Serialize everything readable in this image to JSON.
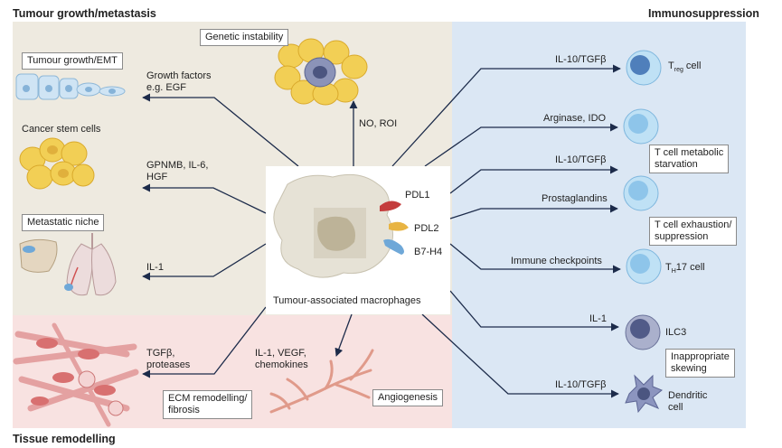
{
  "sections": {
    "tumour_growth": "Tumour growth/metastasis",
    "immunosuppression": "Immunosuppression",
    "tissue_remodelling": "Tissue remodelling"
  },
  "center": {
    "label": "Tumour-associated macrophages",
    "receptors": [
      "PDL1",
      "PDL2",
      "B7-H4"
    ]
  },
  "tumour_growth_panel": {
    "genetic_instability": "Genetic instability",
    "no_roi": "NO, ROI",
    "emt_box": "Tumour growth/EMT",
    "growth_factors_1": "Growth factors",
    "growth_factors_2": "e.g. EGF",
    "cancer_stem_cells": "Cancer stem cells",
    "gpnmb_1": "GPNMB, IL-6,",
    "gpnmb_2": "HGF",
    "metastatic_niche": "Metastatic niche",
    "il1": "IL-1"
  },
  "immuno_panel": {
    "arrows": [
      "IL-10/TGFβ",
      "Arginase, IDO",
      "IL-10/TGFβ",
      "Prostaglandins",
      "Immune checkpoints",
      "IL-1",
      "IL-10/TGFβ"
    ],
    "treg_main": "T",
    "treg_sub": "reg",
    "treg_tail": " cell",
    "metabolic_box_1": "T cell metabolic",
    "metabolic_box_2": "starvation",
    "exhaustion_box_1": "T cell exhaustion/",
    "exhaustion_box_2": "suppression",
    "th17_main": "T",
    "th17_sub": "H",
    "th17_tail": "17 cell",
    "ilc3": "ILC3",
    "skewing_box_1": "Inappropriate",
    "skewing_box_2": "skewing",
    "dendritic_1": "Dendritic",
    "dendritic_2": "cell"
  },
  "remodelling_panel": {
    "tgf_1": "TGFβ,",
    "tgf_2": "proteases",
    "il1vegf_1": "IL-1, VEGF,",
    "il1vegf_2": "chemokines",
    "ecm_box_1": "ECM remodelling/",
    "ecm_box_2": "fibrosis",
    "angio_box": "Angiogenesis"
  },
  "colors": {
    "panel_tumour": "#eeeae0",
    "panel_immuno": "#dbe7f4",
    "panel_tissue": "#f8e2e1",
    "arrow": "#1c2b4a"
  }
}
